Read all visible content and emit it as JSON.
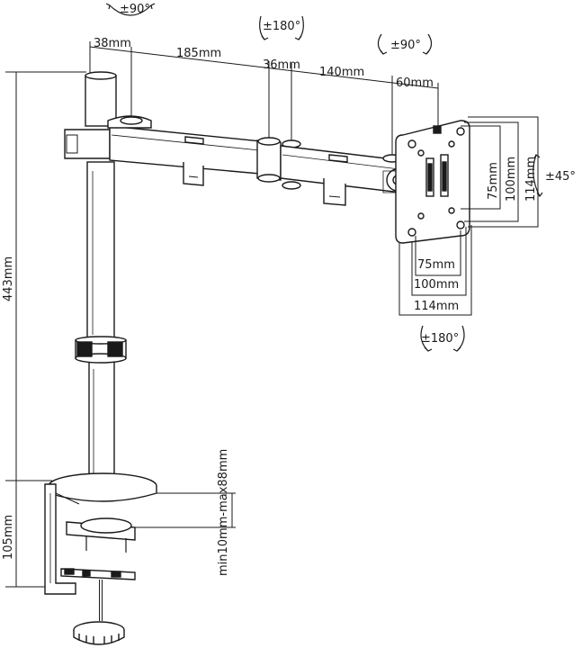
{
  "dimensions": {
    "seg_38": "38mm",
    "seg_185": "185mm",
    "seg_36": "36mm",
    "seg_140": "140mm",
    "seg_60": "60mm",
    "height_443": "443mm",
    "clamp_105": "105mm",
    "desk_range": "min10mm-max88mm",
    "vesa_h_75": "75mm",
    "vesa_h_100": "100mm",
    "vesa_h_114": "114mm",
    "vesa_w_75": "75mm",
    "vesa_w_100": "100mm",
    "vesa_w_114": "114mm"
  },
  "angles": {
    "top_left": "±90°",
    "top_mid": "±180°",
    "top_right": "±90°",
    "tilt": "±45°",
    "bottom": "±180°"
  },
  "colors": {
    "line": "#1a1a1a",
    "background": "#ffffff"
  }
}
